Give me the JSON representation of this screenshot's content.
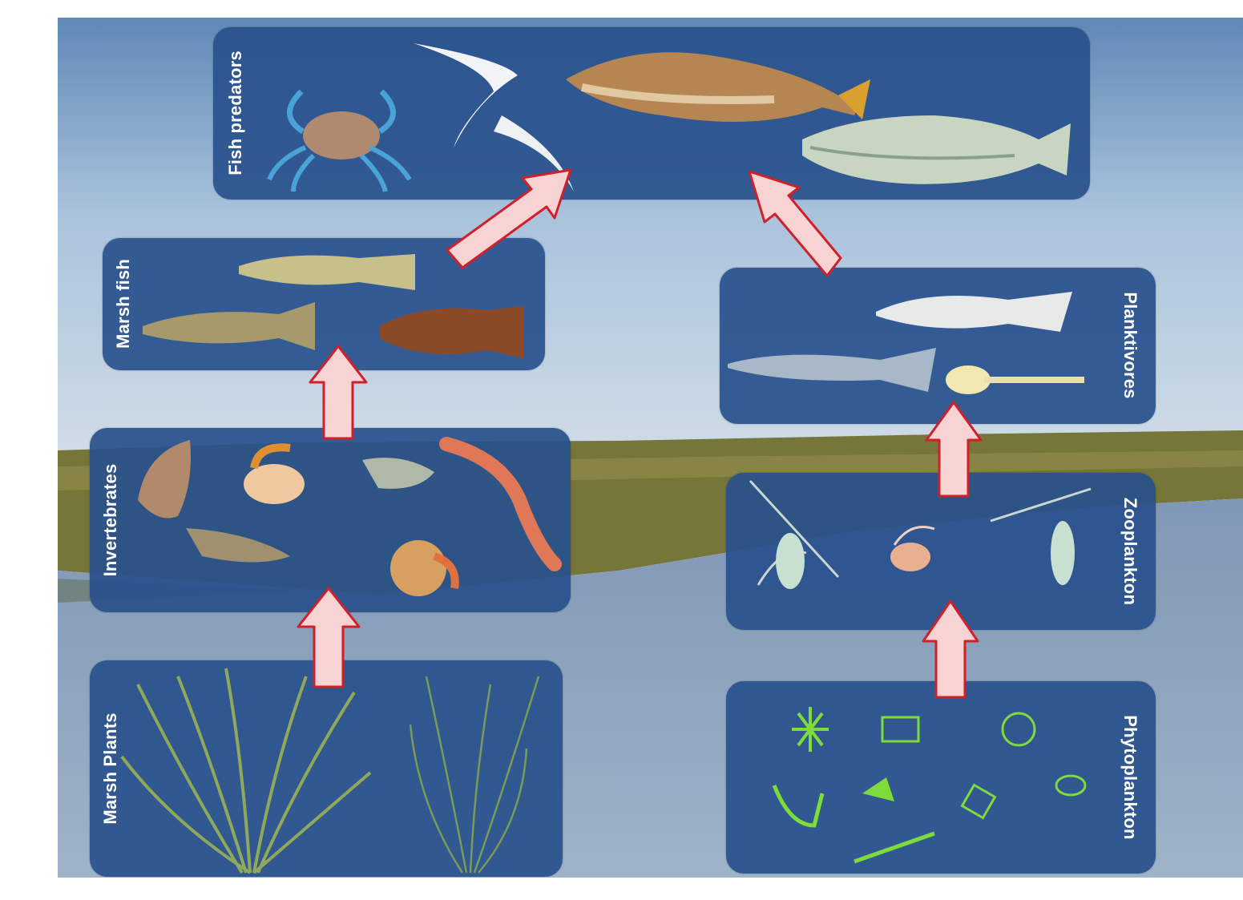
{
  "panels": {
    "fish_predators": "Fish predators",
    "marsh_fish": "Marsh fish",
    "invertebrates": "Invertebrates",
    "marsh_plants": "Marsh Plants",
    "planktivores": "Planktivores",
    "zooplankton": "Zooplankton",
    "phytoplankton": "Phytoplankton"
  },
  "colors": {
    "panel_fill": "#28508c",
    "arrow_fill": "#f7d3d3",
    "arrow_stroke": "#d0202a",
    "sky": "#b8cfe2",
    "marsh_grass": "#7a7a3a",
    "water": "#8aa3c0"
  }
}
